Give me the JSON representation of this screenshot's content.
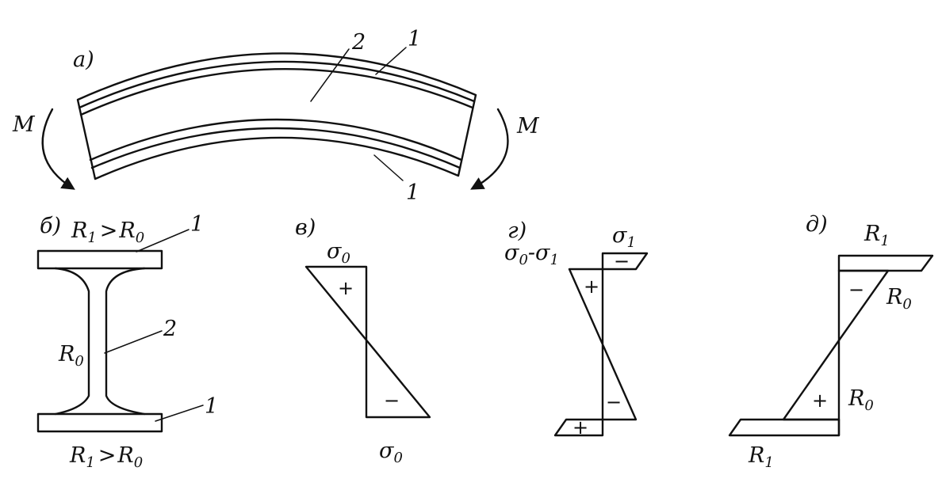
{
  "figure": {
    "panel_a": {
      "label": "а)",
      "moment_left": "М",
      "moment_right": "М",
      "callouts": [
        "2",
        "1",
        "1"
      ]
    },
    "panel_b": {
      "label": "б)",
      "top_text": {
        "r1": "R",
        "r1_sub": "1",
        "op": ">",
        "r0": "R",
        "r0_sub": "0"
      },
      "bottom_text": {
        "r1": "R",
        "r1_sub": "1",
        "op": ">",
        "r0": "R",
        "r0_sub": "0"
      },
      "web_label": {
        "r": "R",
        "sub": "0"
      },
      "callouts": [
        "1",
        "2",
        "1"
      ]
    },
    "panel_v": {
      "label": "в)",
      "top_label": {
        "s": "σ",
        "sub": "0"
      },
      "bottom_label": {
        "s": "σ",
        "sub": "0"
      },
      "signs": [
        "+",
        "−"
      ]
    },
    "panel_g": {
      "label": "г)",
      "left_label": {
        "s1": "σ",
        "sub1": "0",
        "dash": "-",
        "s2": "σ",
        "sub2": "1"
      },
      "right_label": {
        "s": "σ",
        "sub": "1"
      },
      "signs": [
        "−",
        "+",
        "−",
        "+"
      ]
    },
    "panel_d": {
      "label": "д)",
      "top_label": {
        "r": "R",
        "sub": "1"
      },
      "mid_upper_label": {
        "r": "R",
        "sub": "0"
      },
      "mid_lower_label": {
        "r": "R",
        "sub": "0"
      },
      "bottom_label": {
        "r": "R",
        "sub": "1"
      },
      "signs": [
        "−",
        "+"
      ]
    }
  }
}
